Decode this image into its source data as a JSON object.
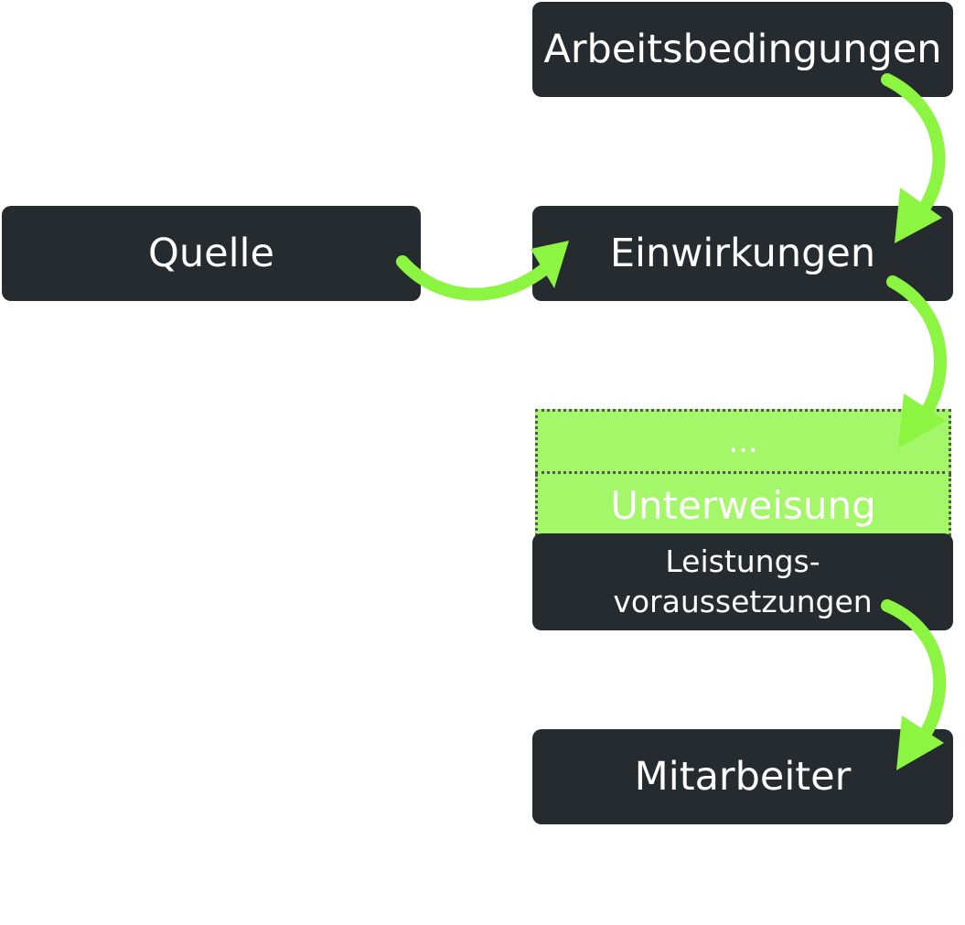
{
  "nodes": {
    "arbeitsbedingungen": "Arbeitsbedingungen",
    "quelle": "Quelle",
    "einwirkungen": "Einwirkungen",
    "ellipsis": "...",
    "unterweisung": "Unterweisung",
    "leistungs_line1": "Leistungs-",
    "leistungs_line2": "voraussetzungen",
    "mitarbeiter": "Mitarbeiter"
  },
  "colors": {
    "box": "#252b2e",
    "arrow": "#8cf542",
    "highlight": "#a4f768"
  }
}
